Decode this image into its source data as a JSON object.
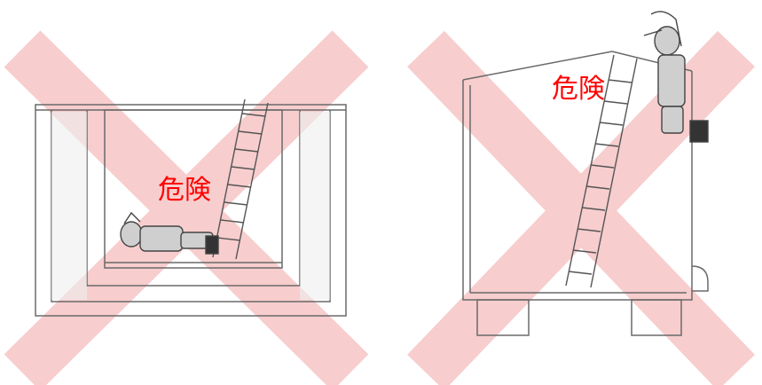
{
  "colors": {
    "warning_label": "#ff0000",
    "cross_mark": "#f7c8c8",
    "line_art": "#5a5a5a",
    "wall_fill": "#eeeeee"
  },
  "left_panel": {
    "icon": "prohibited-x-mark",
    "scene": "person-falling-from-ladder-in-pit",
    "label": "危険"
  },
  "right_panel": {
    "icon": "prohibited-x-mark",
    "scene": "person-on-ladder-leaning-on-tank",
    "label": "危険"
  }
}
